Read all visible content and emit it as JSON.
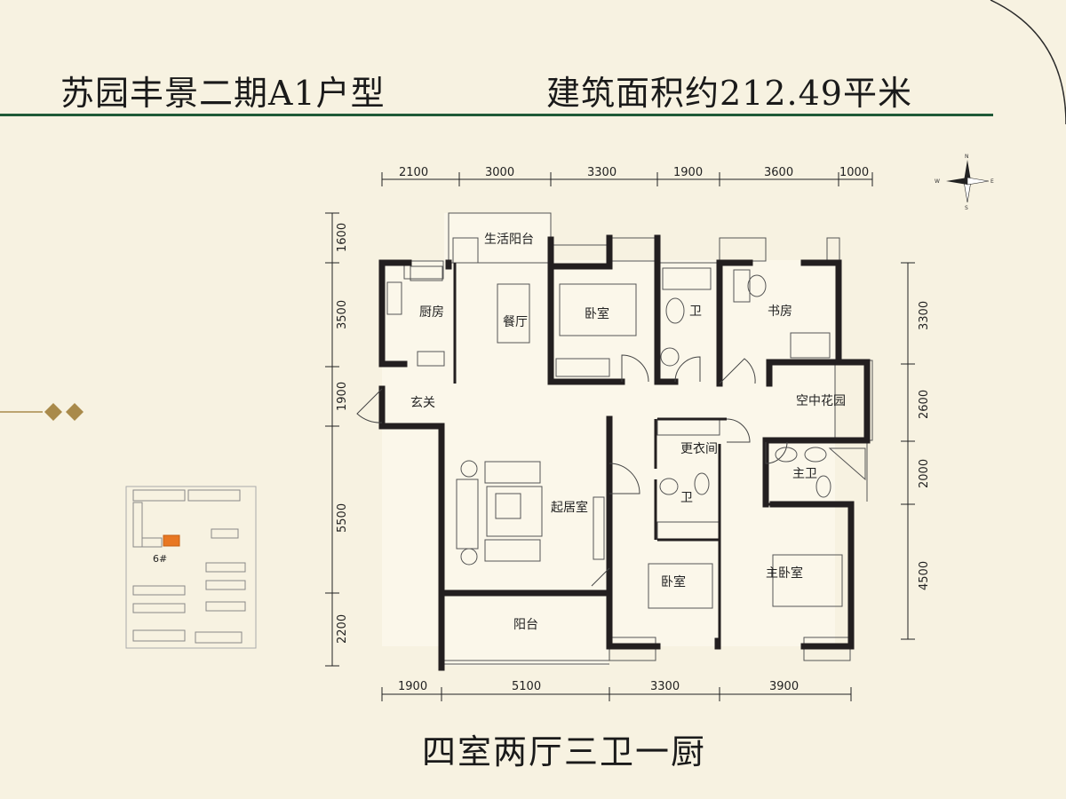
{
  "header": {
    "title_left": "苏园丰景二期A1户型",
    "title_right": "建筑面积约212.49平米"
  },
  "caption": "四室两厅三卫一厨",
  "colors": {
    "background": "#f7f2e1",
    "rule": "#1f5a37",
    "wall": "#231f20",
    "floor": "#fbf7ea",
    "diamond": "#a98a4a",
    "highlight_unit": "#e87722"
  },
  "rooms": {
    "life_balcony": "生活阳台",
    "kitchen": "厨房",
    "dining": "餐厅",
    "bedroom_north": "卧室",
    "bath_north": "卫",
    "study": "书房",
    "foyer": "玄关",
    "sky_garden": "空中花园",
    "cloakroom": "更衣间",
    "master_bath": "主卫",
    "living": "起居室",
    "bath_middle": "卫",
    "bedroom_south": "卧室",
    "master_bedroom": "主卧室",
    "balcony": "阳台"
  },
  "dimensions": {
    "top": [
      "2100",
      "3000",
      "3300",
      "1900",
      "3600",
      "1000"
    ],
    "bottom": [
      "1900",
      "5100",
      "3300",
      "3900"
    ],
    "left": [
      "1600",
      "3500",
      "1900",
      "5500",
      "2200"
    ],
    "right": [
      "3300",
      "2600",
      "2000",
      "4500"
    ]
  },
  "compass": {
    "n": "N",
    "s": "S",
    "e": "E",
    "w": "W"
  },
  "site_map": {
    "building_label": "6#"
  }
}
